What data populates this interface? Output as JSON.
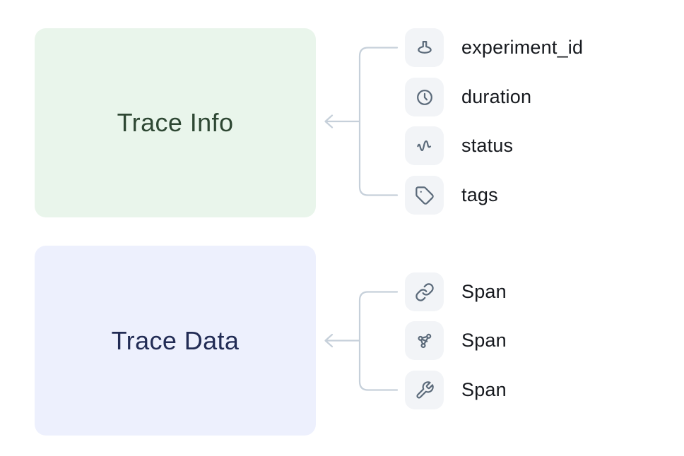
{
  "background": "#ffffff",
  "groups": [
    {
      "box_label": "Trace Info",
      "box_bg": "#e9f5eb",
      "box_text_color": "#2e4733",
      "items": [
        {
          "icon": "flask-icon",
          "label": "experiment_id"
        },
        {
          "icon": "clock-icon",
          "label": "duration"
        },
        {
          "icon": "activity-icon",
          "label": "status"
        },
        {
          "icon": "tag-icon",
          "label": "tags"
        }
      ]
    },
    {
      "box_label": "Trace Data",
      "box_bg": "#edf0fd",
      "box_text_color": "#222c55",
      "items": [
        {
          "icon": "link-icon",
          "label": "Span"
        },
        {
          "icon": "graph-icon",
          "label": "Span"
        },
        {
          "icon": "wrench-icon",
          "label": "Span"
        }
      ]
    }
  ],
  "colors": {
    "connector": "#c6d0da",
    "icon_stroke": "#5b6a7a",
    "icon_tile_bg": "#f2f4f7",
    "item_label": "#16191e"
  }
}
